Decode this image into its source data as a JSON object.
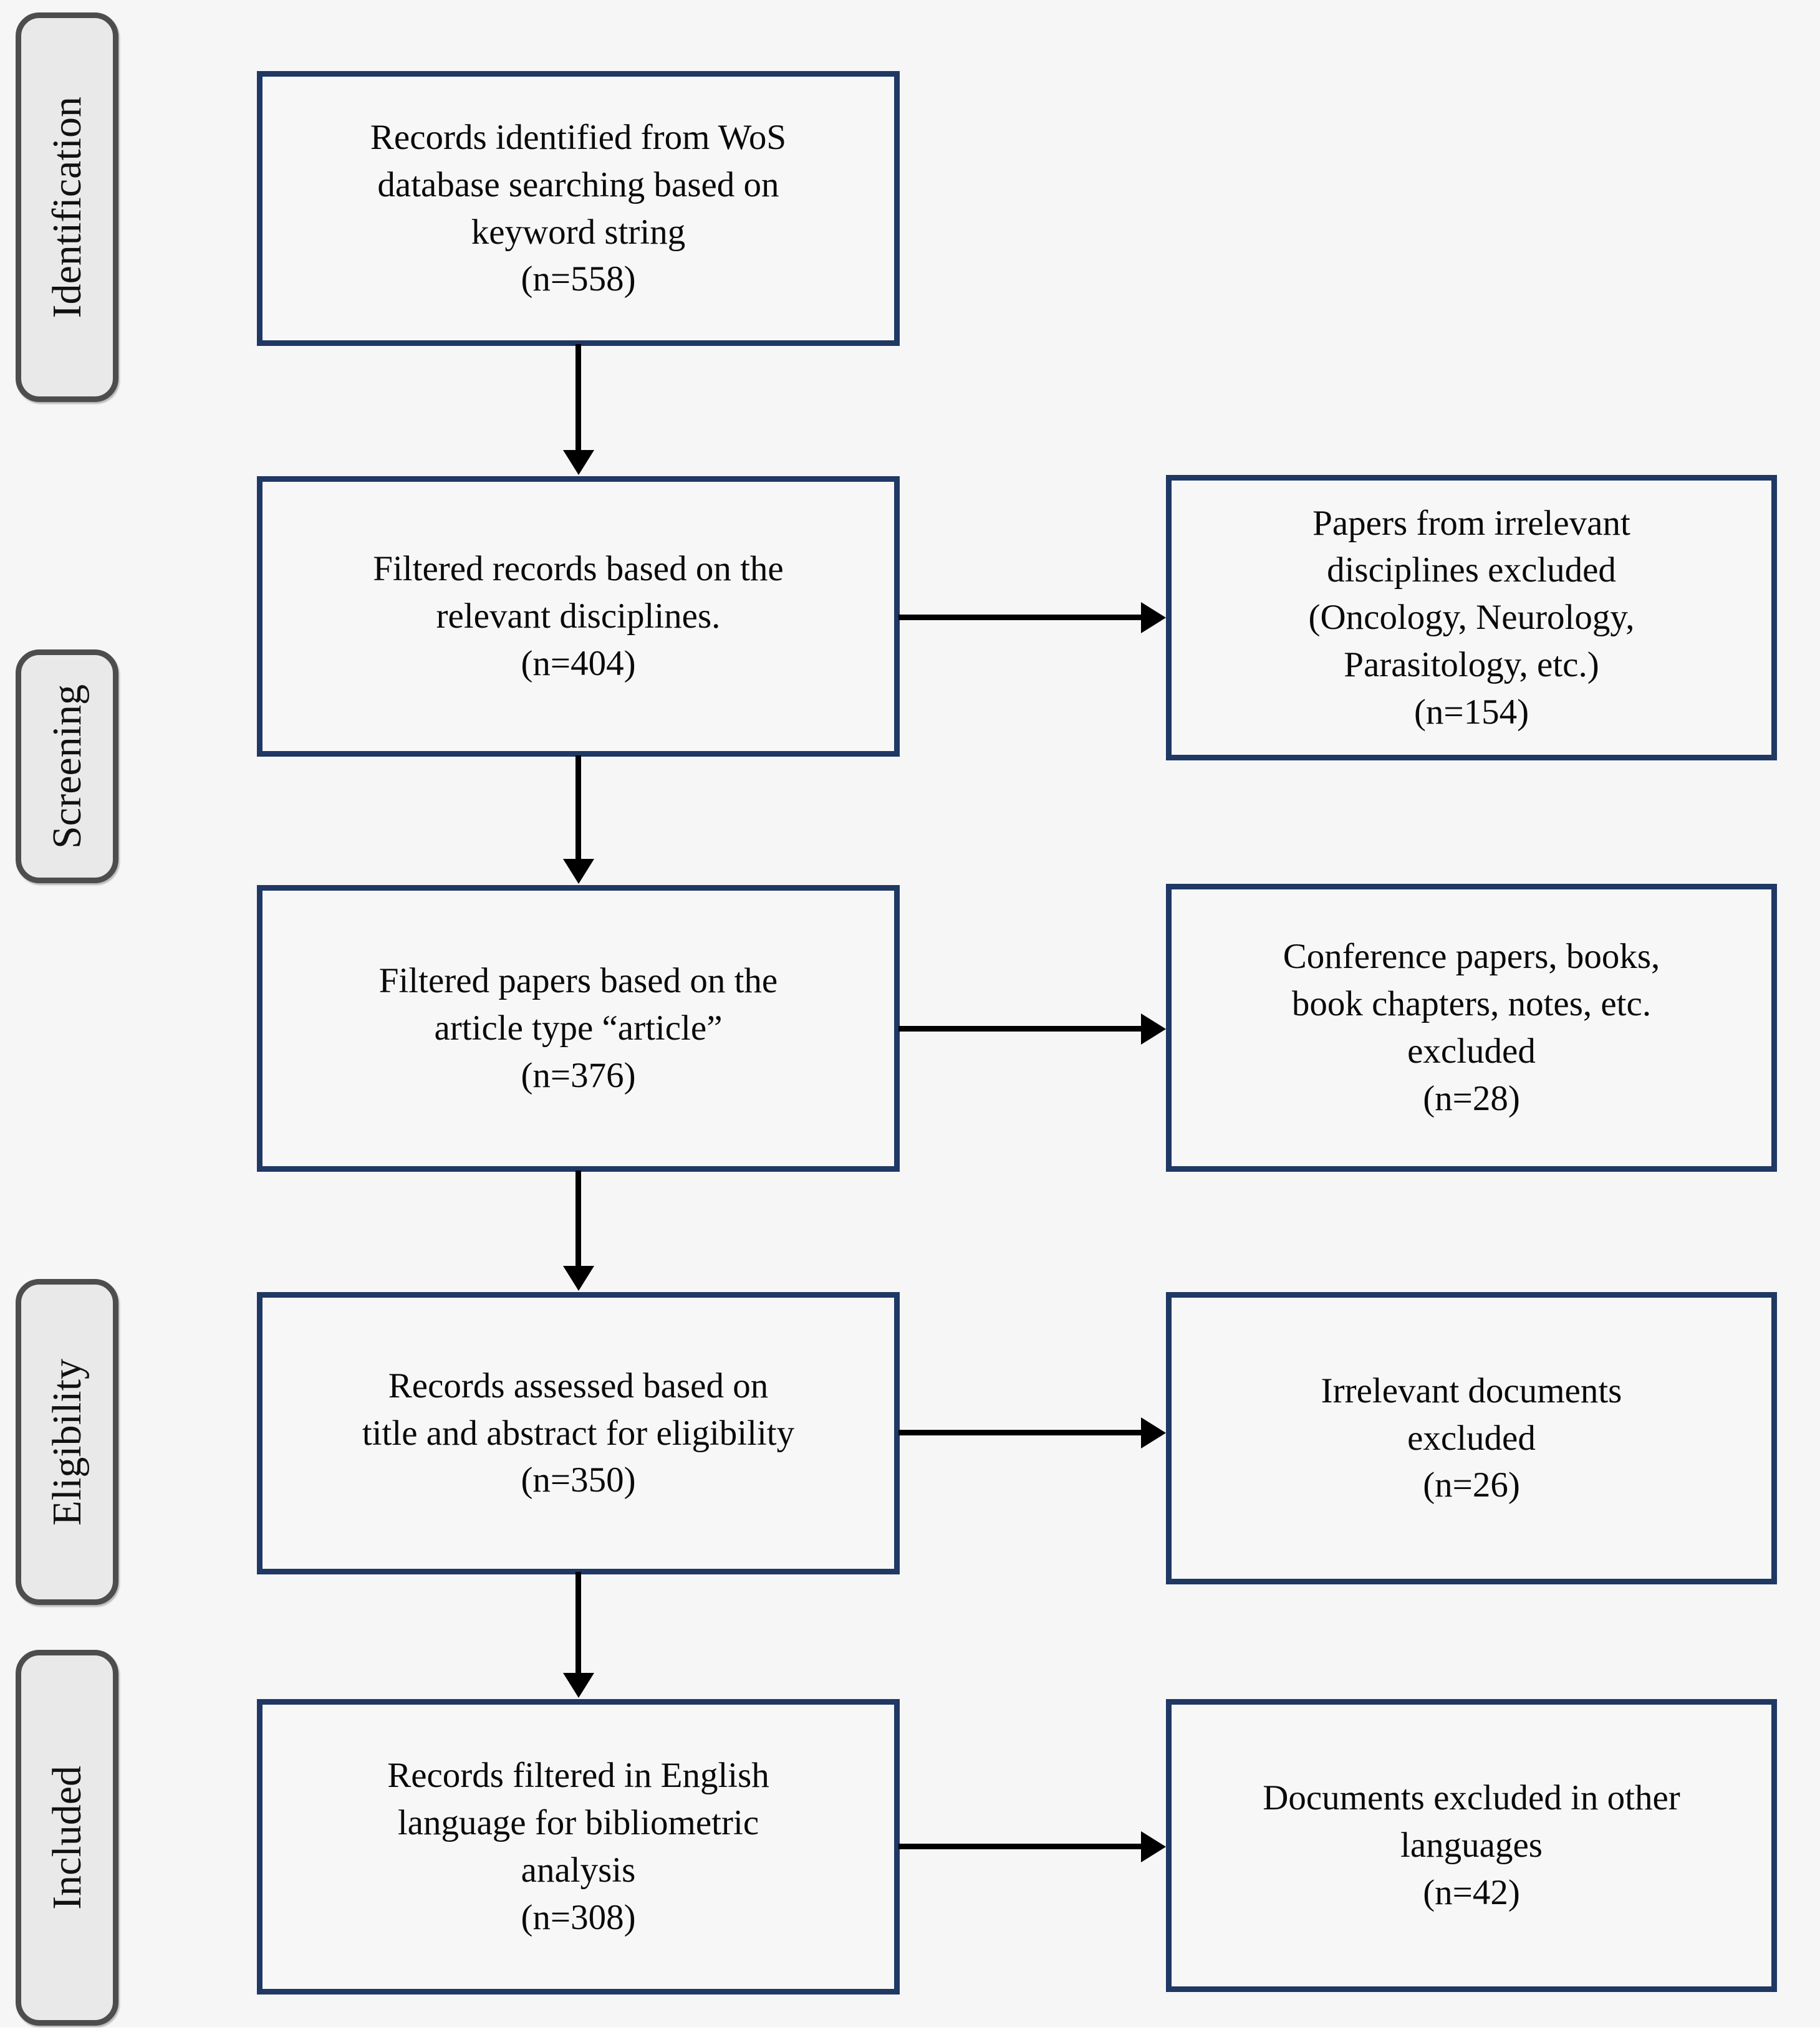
{
  "diagram": {
    "type": "prisma-flow",
    "colors": {
      "background": "#f6f6f6",
      "box_border": "#1f3864",
      "box_fill": "#f7f7f7",
      "stage_fill": "#e9e9e9",
      "stage_border": "#4d4d4d",
      "arrow": "#000000",
      "text": "#0a0a0a"
    },
    "stages": [
      {
        "label": "Identification"
      },
      {
        "label": "Screening"
      },
      {
        "label": "Eligibility"
      },
      {
        "label": "Included"
      }
    ],
    "flow_boxes": [
      {
        "text": "Records identified from WoS\ndatabase searching based on\nkeyword string\n(n=558)",
        "n": 558
      },
      {
        "text": "Filtered records based on the\nrelevant disciplines.\n(n=404)",
        "n": 404
      },
      {
        "text": "Filtered papers based on the\narticle type “article”\n(n=376)",
        "n": 376
      },
      {
        "text": "Records assessed based on\ntitle and abstract for eligibility\n(n=350)",
        "n": 350
      },
      {
        "text": "Records filtered in English\nlanguage for bibliometric\nanalysis\n(n=308)",
        "n": 308
      }
    ],
    "exclusion_boxes": [
      {
        "text": "Papers from irrelevant\ndisciplines excluded\n(Oncology, Neurology,\nParasitology, etc.)\n(n=154)",
        "n": 154
      },
      {
        "text": "Conference papers, books,\nbook chapters, notes, etc.\nexcluded\n(n=28)",
        "n": 28
      },
      {
        "text": "Irrelevant documents\nexcluded\n(n=26)",
        "n": 26
      },
      {
        "text": "Documents excluded in other\nlanguages\n(n=42)",
        "n": 42
      }
    ]
  }
}
